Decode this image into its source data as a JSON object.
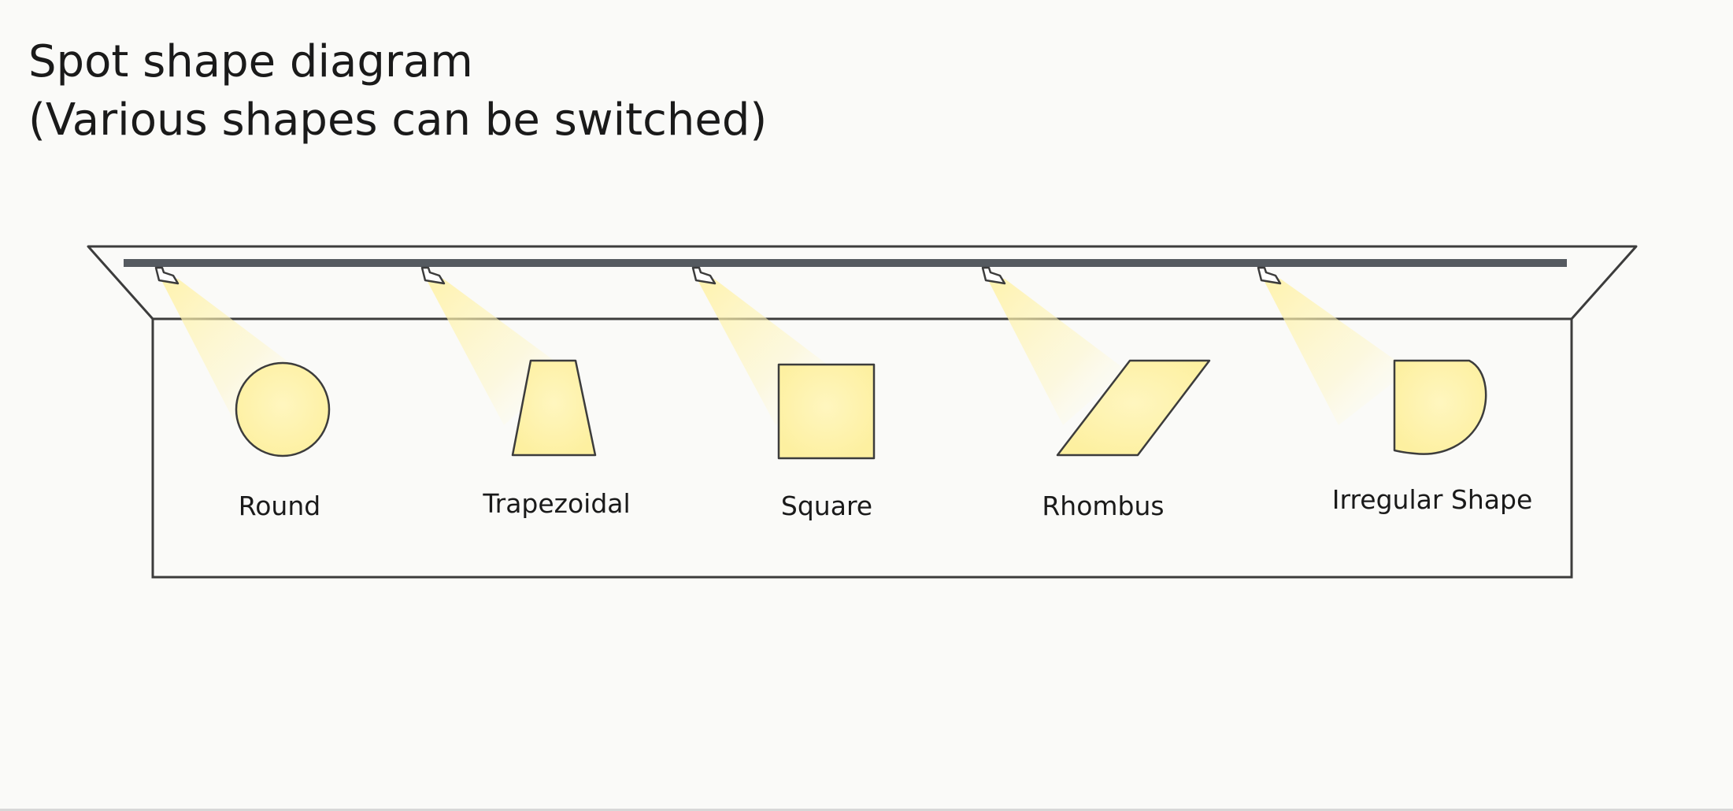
{
  "title": {
    "line1": "Spot shape diagram",
    "line2": "(Various shapes can be switched)"
  },
  "colors": {
    "background": "#fafaf8",
    "outline": "#3c3c3c",
    "track": "#555a60",
    "spot_fill": "#fdf3a6",
    "beam": "#fff3a0"
  },
  "shapes": [
    {
      "id": "round",
      "label": "Round",
      "icon": "circle"
    },
    {
      "id": "trapezoidal",
      "label": "Trapezoidal",
      "icon": "trapezoid"
    },
    {
      "id": "square",
      "label": "Square",
      "icon": "square"
    },
    {
      "id": "rhombus",
      "label": "Rhombus",
      "icon": "rhombus"
    },
    {
      "id": "irregular",
      "label": "Irregular Shape",
      "icon": "irregular-d-shape"
    }
  ]
}
